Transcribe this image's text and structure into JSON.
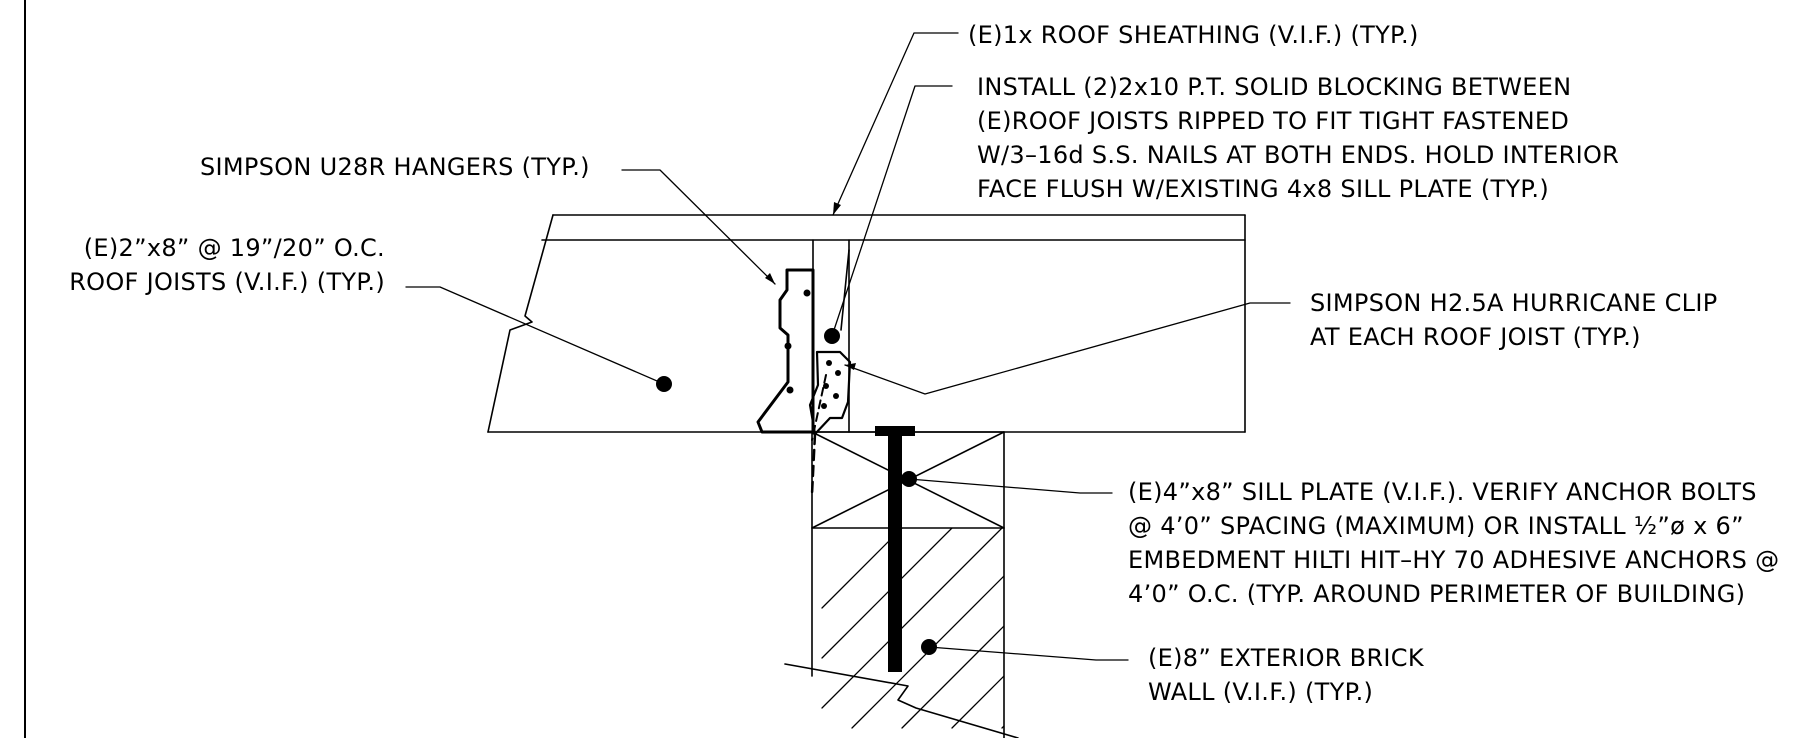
{
  "notes": {
    "sheathing": {
      "lines": [
        "(E)1x ROOF SHEATHING (V.I.F.) (TYP.)"
      ]
    },
    "blocking": {
      "lines": [
        "INSTALL (2)2x10 P.T. SOLID BLOCKING BETWEEN",
        "(E)ROOF JOISTS RIPPED TO FIT TIGHT FASTENED",
        "W/3–16d S.S. NAILS AT BOTH ENDS. HOLD INTERIOR",
        "FACE FLUSH W/EXISTING 4x8 SILL PLATE (TYP.)"
      ]
    },
    "hangers": {
      "lines": [
        "SIMPSON U28R HANGERS (TYP.)"
      ]
    },
    "joists": {
      "lines": [
        "(E)2”x8” @ 19”/20” O.C.",
        "ROOF JOISTS (V.I.F.) (TYP.)"
      ]
    },
    "hurricane_clip": {
      "lines": [
        "SIMPSON H2.5A HURRICANE CLIP",
        "AT EACH ROOF JOIST (TYP.)"
      ]
    },
    "sill_plate": {
      "lines": [
        "(E)4”x8” SILL PLATE (V.I.F.). VERIFY ANCHOR BOLTS",
        "@ 4’0” SPACING (MAXIMUM) OR INSTALL ½”ø x 6”",
        "EMBEDMENT HILTI HIT–HY 70 ADHESIVE ANCHORS @",
        "4’0” O.C. (TYP. AROUND PERIMETER OF BUILDING)"
      ]
    },
    "brick_wall": {
      "lines": [
        "(E)8” EXTERIOR BRICK",
        "WALL (V.I.F.) (TYP.)"
      ]
    }
  }
}
